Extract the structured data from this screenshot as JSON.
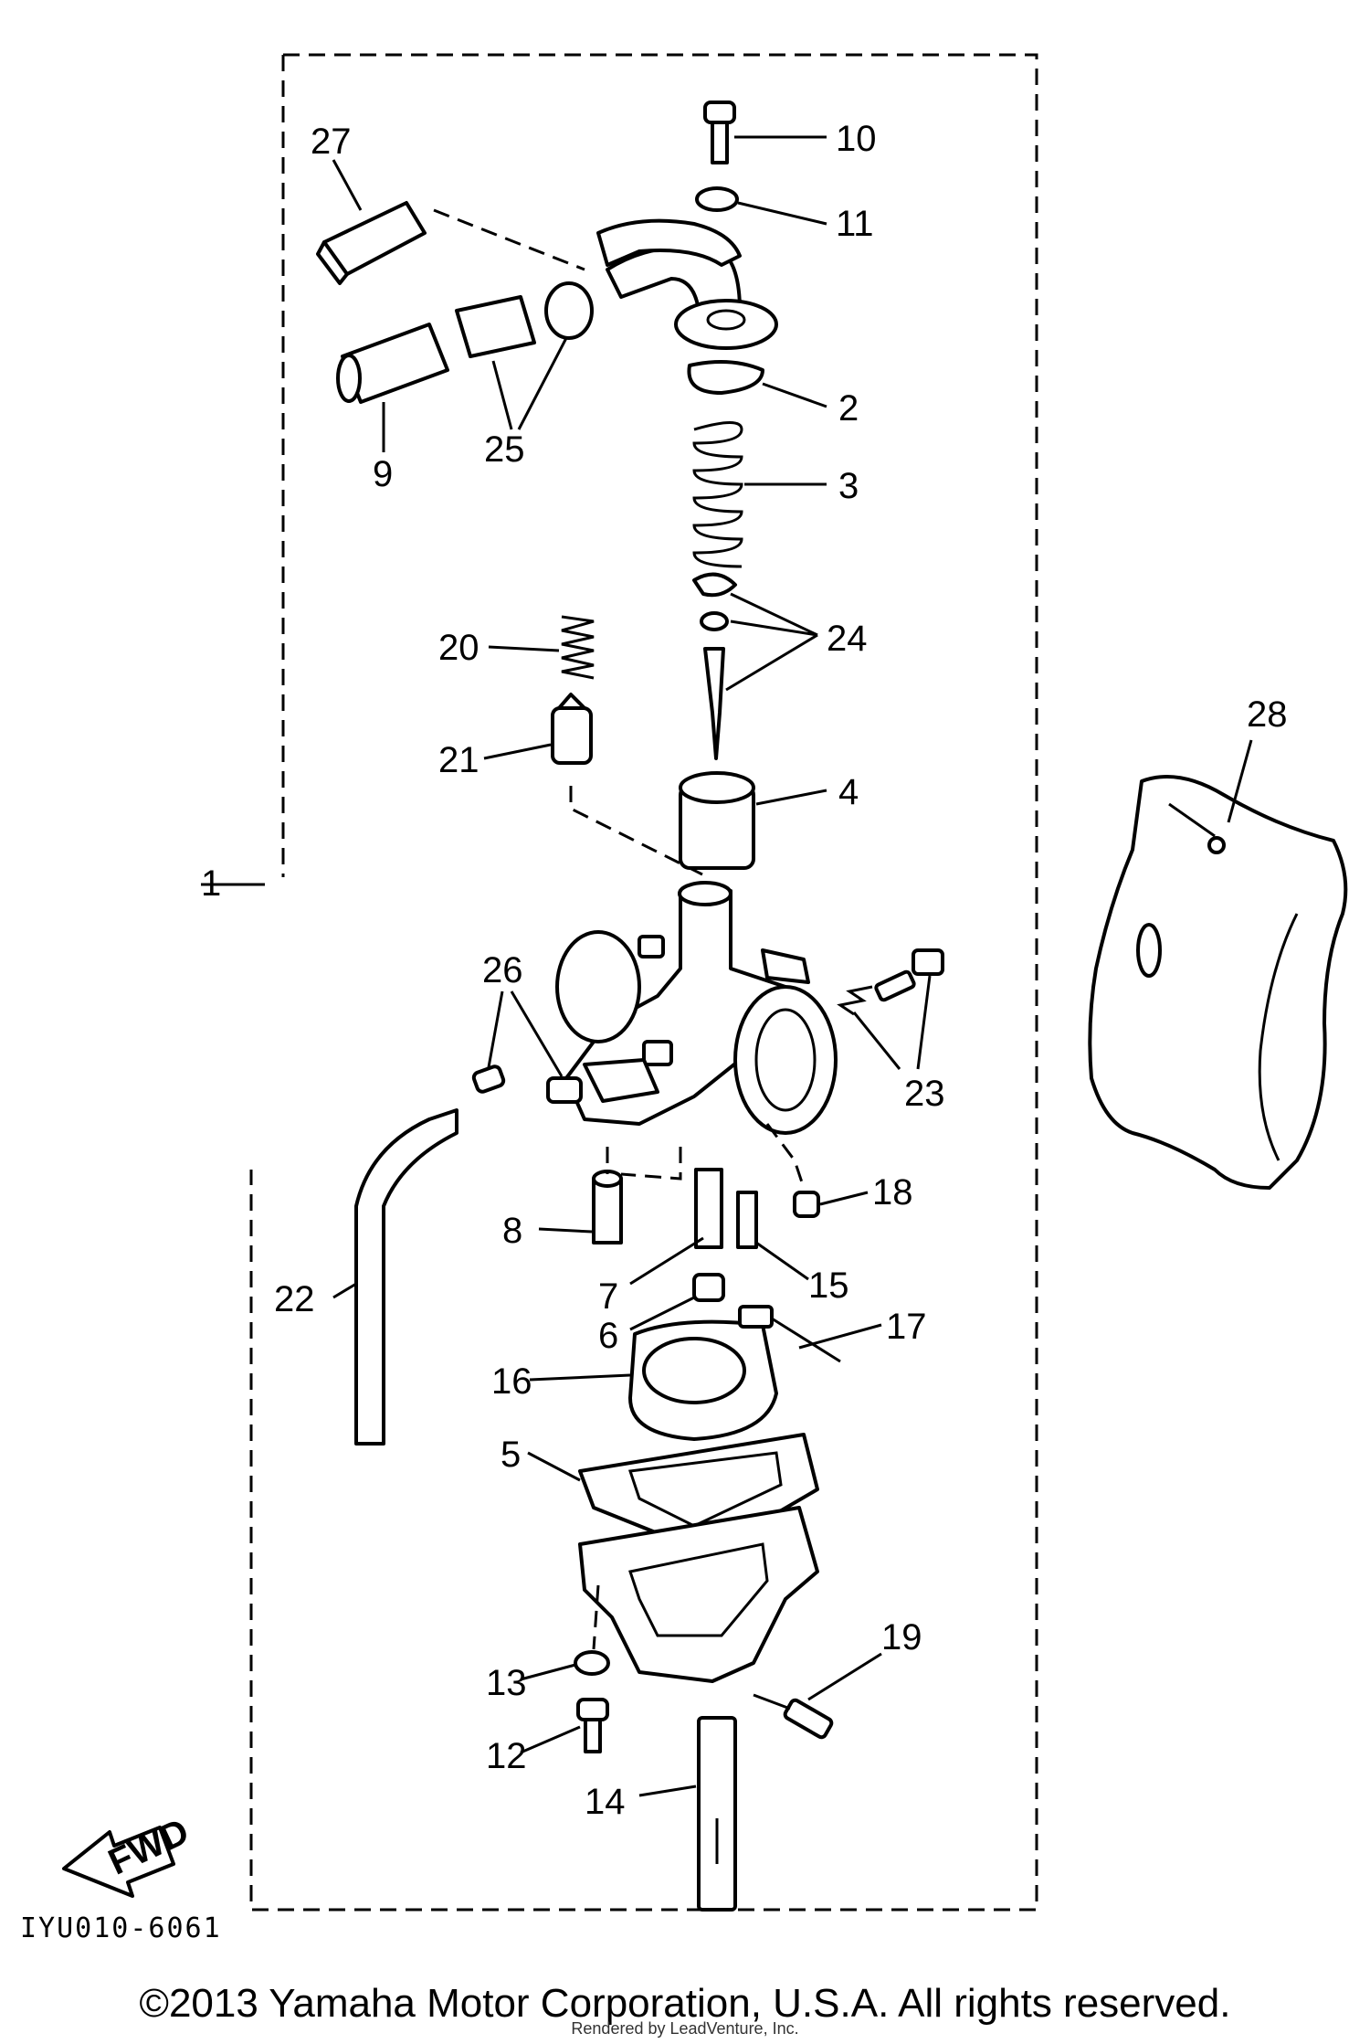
{
  "diagram": {
    "callouts": [
      "27",
      "10",
      "11",
      "9",
      "25",
      "2",
      "3",
      "20",
      "24",
      "21",
      "4",
      "1",
      "28",
      "26",
      "23",
      "18",
      "8",
      "7",
      "15",
      "22",
      "6",
      "17",
      "16",
      "5",
      "13",
      "19",
      "12",
      "14"
    ],
    "drawing_code": "IYU010-6061",
    "direction_label": "FWD"
  },
  "footer": {
    "copyright": "©2013 Yamaha Motor Corporation, U.S.A. All rights reserved.",
    "rendered_by": "Rendered by LeadVenture, Inc."
  }
}
